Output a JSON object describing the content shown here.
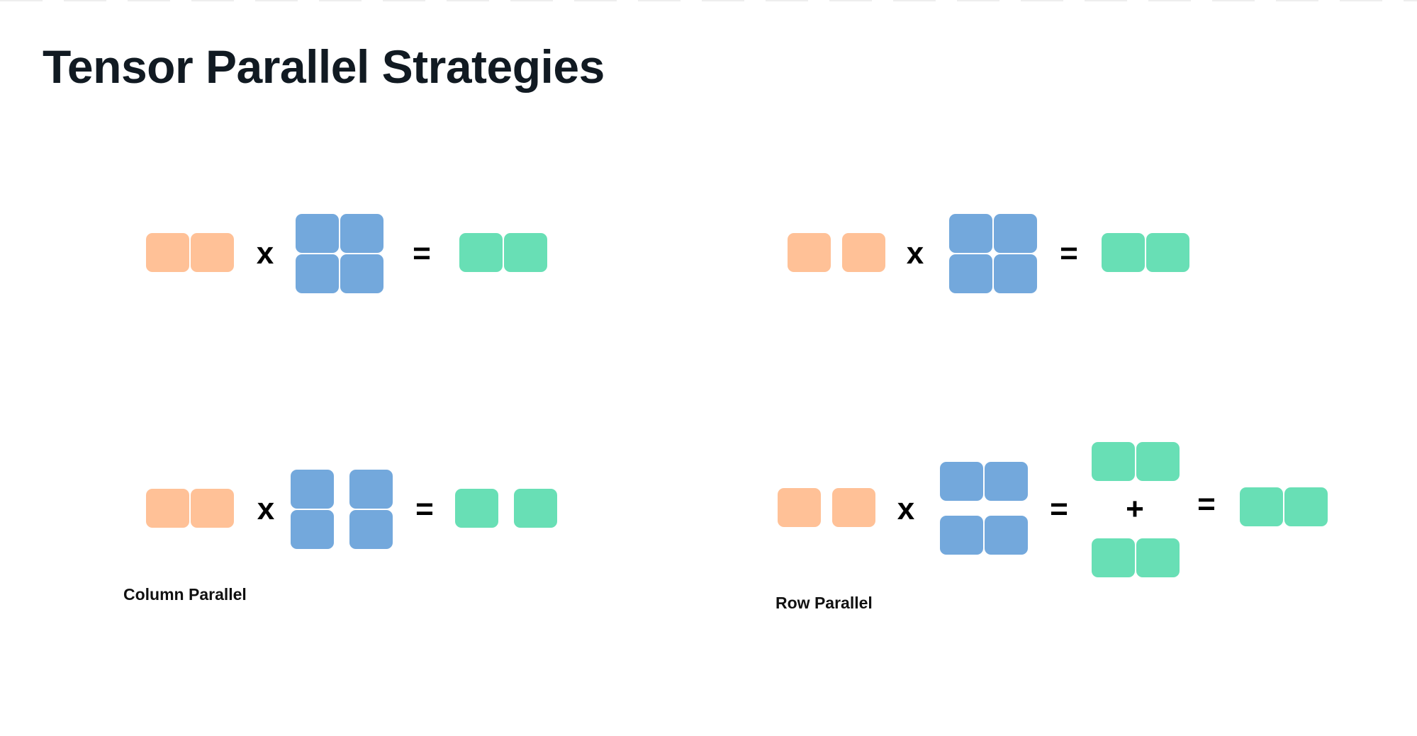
{
  "title": "Tensor Parallel Strategies",
  "colors": {
    "input": "#FFC197",
    "weight": "#73A8DC",
    "output": "#68DFB5",
    "title": "#111A22"
  },
  "operators": {
    "multiply": "x",
    "equals": "=",
    "plus": "+"
  },
  "labels": {
    "column": "Column Parallel",
    "row": "Row Parallel"
  }
}
